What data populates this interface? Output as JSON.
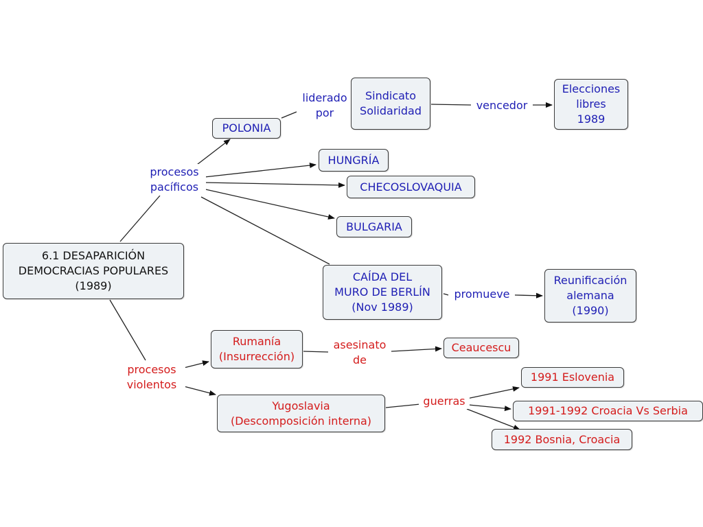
{
  "colors": {
    "peaceful": "#1e1eb4",
    "violent": "#d41c1c",
    "root": "#111111",
    "node_fill": "#eef2f5",
    "line": "#222222"
  },
  "root": {
    "line1": "6.1 DESAPARICIÓN",
    "line2": "DEMOCRACIAS POPULARES",
    "line3": "(1989)"
  },
  "peaceful": {
    "label_line1": "procesos",
    "label_line2": "pacíficos",
    "polonia": "POLONIA",
    "liderado_line1": "liderado",
    "liderado_line2": "por",
    "solidaridad_line1": "Sindicato",
    "solidaridad_line2": "Solidaridad",
    "vencedor": "vencedor",
    "elecciones_line1": "Elecciones",
    "elecciones_line2": "libres",
    "elecciones_line3": "1989",
    "hungria": "HUNGRÍA",
    "checoslovaquia": "CHECOSLOVAQUIA",
    "bulgaria": "BULGARIA",
    "berlin_line1": "CAÍDA DEL",
    "berlin_line2": "MURO DE BERLÍN",
    "berlin_line3": "(Nov 1989)",
    "promueve": "promueve",
    "reunificacion_line1": "Reunificación",
    "reunificacion_line2": "alemana",
    "reunificacion_line3": "(1990)"
  },
  "violent": {
    "label_line1": "procesos",
    "label_line2": "violentos",
    "rumania_line1": "Rumanía",
    "rumania_line2": "(Insurrección)",
    "asesinato_line1": "asesinato",
    "asesinato_line2": "de",
    "ceaucescu": "Ceaucescu",
    "yugoslavia_line1": "Yugoslavia",
    "yugoslavia_line2": "(Descomposición interna)",
    "guerras": "guerras",
    "eslovenia": "1991 Eslovenia",
    "croacia_serbia": "1991-1992 Croacia Vs Serbia",
    "bosnia": "1992 Bosnia, Croacia"
  }
}
